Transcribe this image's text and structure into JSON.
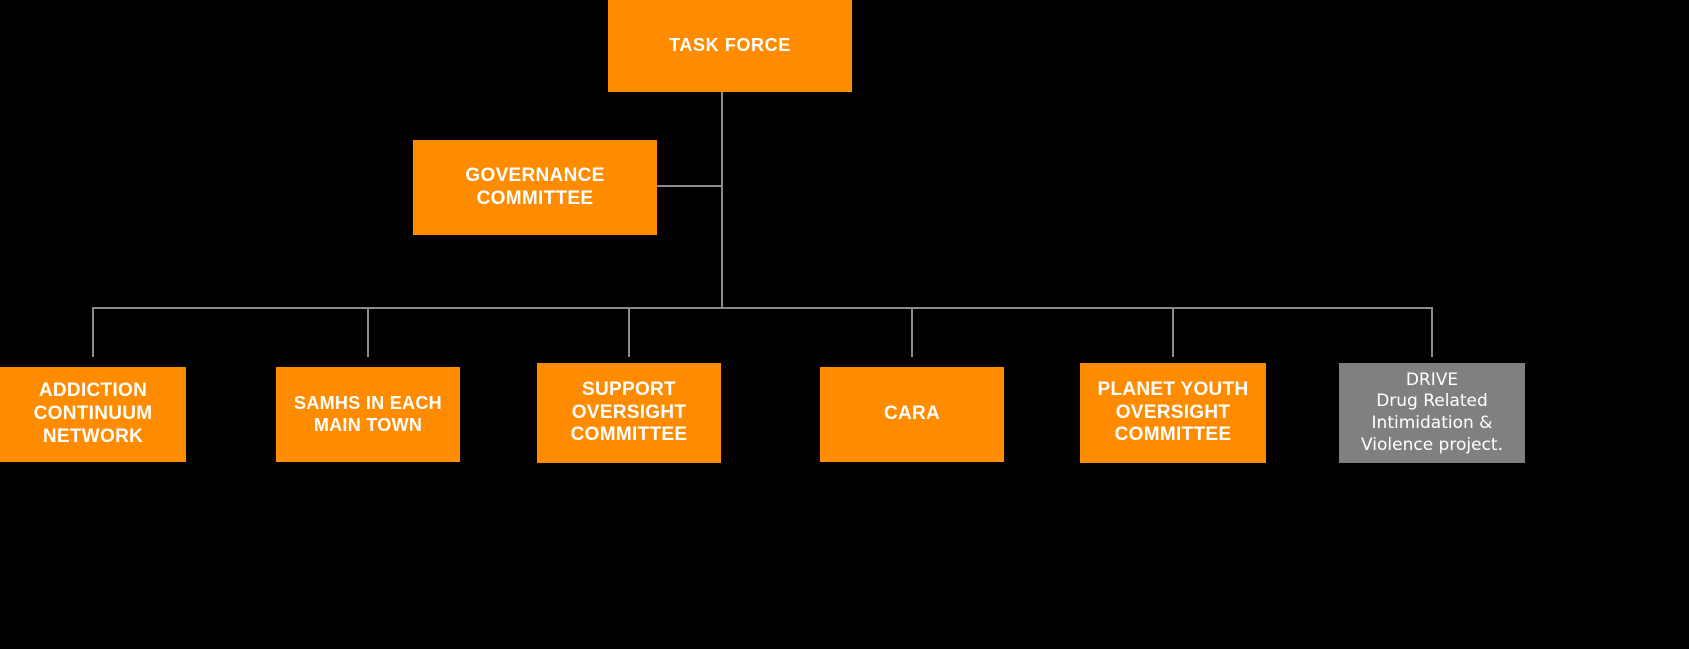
{
  "diagram": {
    "title_node": {
      "id": "task-force",
      "label": "TASK FORCE",
      "color": "#FF8C00",
      "text_color": "#FFFFFF"
    },
    "governance_node": {
      "id": "governance-committee",
      "label": "GOVERNANCE\nCOMMITTEE",
      "line1": "GOVERNANCE",
      "line2": "COMMITTEE",
      "color": "#FF8C00",
      "text_color": "#FFFFFF"
    },
    "children": [
      {
        "id": "addiction-continuum-network",
        "line1": "ADDICTION",
        "line2": "CONTINUUM",
        "line3": "NETWORK",
        "color": "#FF8C00",
        "text_color": "#FFFFFF"
      },
      {
        "id": "samhs-in-each-main-town",
        "line1": "SAMHS IN EACH",
        "line2": "MAIN TOWN",
        "line3": "",
        "color": "#FF8C00",
        "text_color": "#FFFFFF"
      },
      {
        "id": "support-oversight-committee",
        "line1": "SUPPORT",
        "line2": "OVERSIGHT",
        "line3": "COMMITTEE",
        "color": "#FF8C00",
        "text_color": "#FFFFFF"
      },
      {
        "id": "cara",
        "line1": "CARA",
        "line2": "",
        "line3": "",
        "color": "#FF8C00",
        "text_color": "#FFFFFF"
      },
      {
        "id": "planet-youth-oversight-committee",
        "line1": "PLANET YOUTH",
        "line2": "OVERSIGHT",
        "line3": "COMMITTEE",
        "color": "#FF8C00",
        "text_color": "#FFFFFF"
      },
      {
        "id": "drive",
        "line1": "DRIVE",
        "line2": "Drug Related",
        "line3": "Intimidation &",
        "line4": "Violence project.",
        "color": "#808080",
        "text_color": "#FFFFFF"
      }
    ],
    "canvas": {
      "background": "#000000",
      "connector_color": "#8C8C8C"
    }
  }
}
